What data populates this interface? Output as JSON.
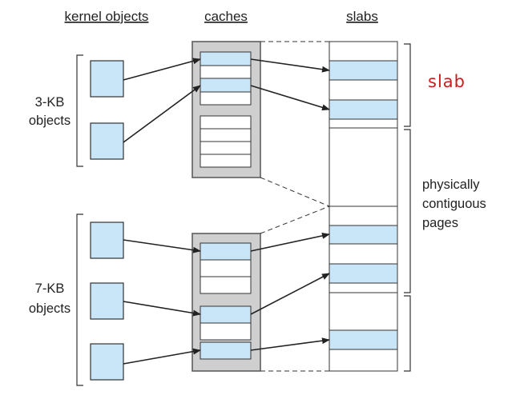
{
  "headers": {
    "kernel_objects": "kernel objects",
    "caches": "caches",
    "slabs": "slabs"
  },
  "labels": {
    "obj3_line1": "3-KB",
    "obj3_line2": "objects",
    "obj7_line1": "7-KB",
    "obj7_line2": "objects",
    "slab": "slab",
    "pages_line1": "physically",
    "pages_line2": "contiguous",
    "pages_line3": "pages"
  },
  "colors": {
    "object_fill": "#c8e6f8",
    "cache_fill": "#cfcfcf",
    "slab_label": "#c81e1e"
  }
}
